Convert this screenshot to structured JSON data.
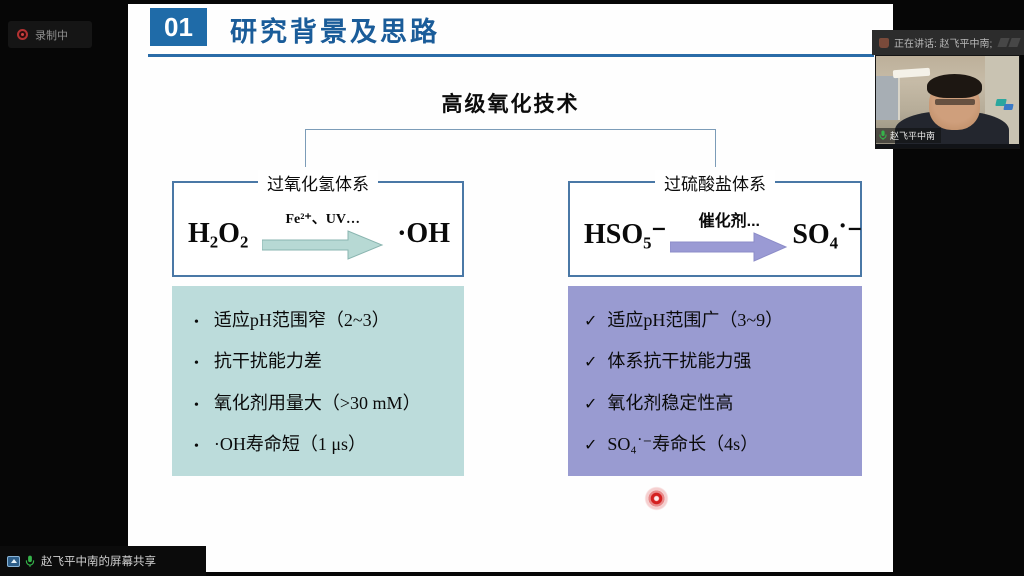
{
  "colors": {
    "accent_blue": "#1f6ba8",
    "title_text_blue": "#1a5c99",
    "connector_blue": "#7c9cb8",
    "box_border_blue": "#4a78a6",
    "teal_panel": "#bcdcdb",
    "purple_panel": "#999bd1",
    "teal_arrow": "#b7d9d4",
    "purple_arrow": "#9a9ad4",
    "laser_red": "#d41f1f",
    "mic_green": "#35b44a"
  },
  "meeting": {
    "recording": {
      "label": "录制中"
    },
    "speaker_bar": {
      "label": "正在讲话: 赵飞平中南;"
    },
    "video": {
      "name": "赵飞平中南"
    },
    "share_bar": {
      "label": "赵飞平中南的屏幕共享"
    }
  },
  "slide": {
    "section_number": "01",
    "section_title": "研究背景及思路",
    "diagram_title": "高级氧化技术",
    "peroxide_system": {
      "label": "过氧化氢体系",
      "reactant": "H₂O₂",
      "condition": "Fe²⁺、UV…",
      "product": "·OH",
      "bullet": "•",
      "items": [
        "适应pH范围窄（2~3）",
        "抗干扰能力差",
        "氧化剂用量大（>30 mM）",
        "·OH寿命短（1 μs）"
      ]
    },
    "persulfate_system": {
      "label": "过硫酸盐体系",
      "reactant": "HSO₅⁻",
      "condition": "催化剂...",
      "product": "SO₄˙⁻",
      "bullet": "✓",
      "items": [
        "适应pH范围广（3~9）",
        "体系抗干扰能力强",
        "氧化剂稳定性高",
        "SO₄˙⁻寿命长（4s）"
      ]
    }
  }
}
